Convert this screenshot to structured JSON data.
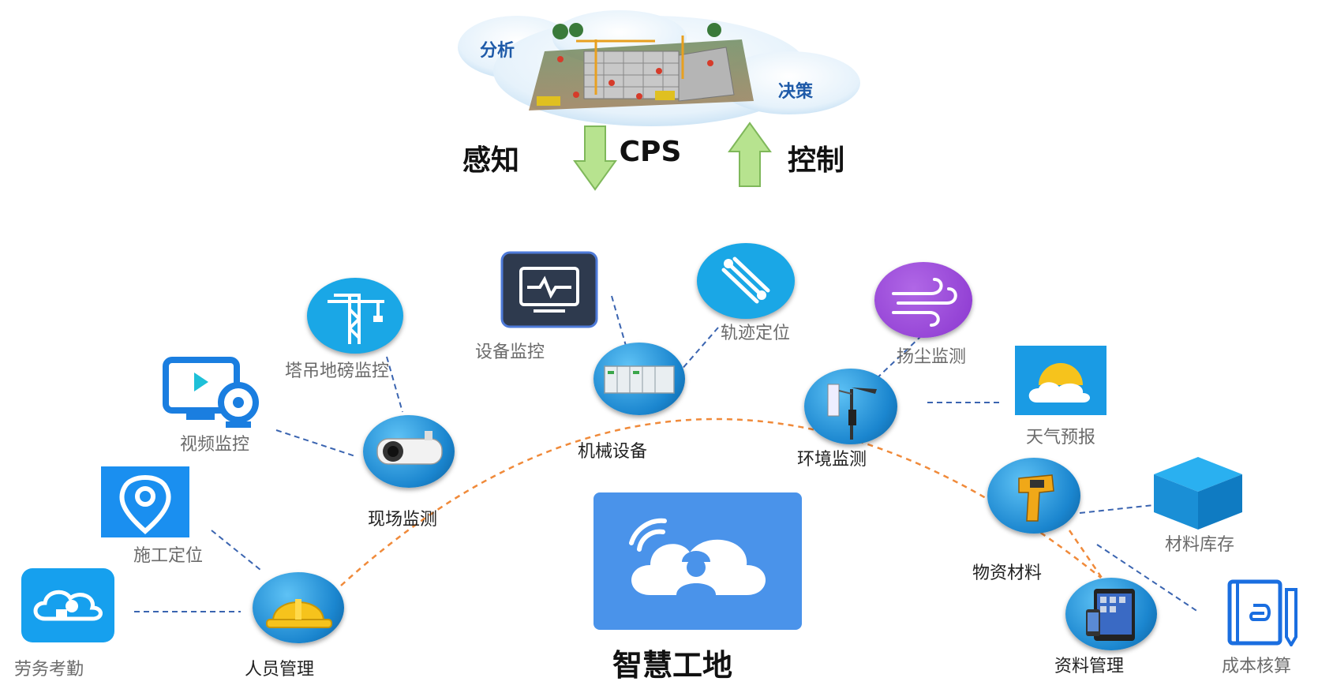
{
  "cps": {
    "cloud_labels": {
      "analysis": "分析",
      "decision": "决策"
    },
    "sense": "感知",
    "center": "CPS",
    "control": "控制"
  },
  "center_title": "智慧工地",
  "nodes": {
    "personnel": "人员管理",
    "site_monitor": "现场监测",
    "machinery": "机械设备",
    "environment": "环境监测",
    "materials": "物资材料",
    "documents": "资料管理"
  },
  "items": {
    "labor_attendance": "劳务考勤",
    "construction_location": "施工定位",
    "video_monitor": "视频监控",
    "tower_crane": "塔吊地磅监控",
    "equipment_monitor": "设备监控",
    "track_location": "轨迹定位",
    "dust_monitor": "扬尘监测",
    "weather": "天气预报",
    "material_stock": "材料库存",
    "cost_accounting": "成本核算"
  },
  "colors": {
    "arc": "#f08a3a",
    "dash": "#3a64b0",
    "arrow": "#b7e38f",
    "brand_blue": "#4a93ea",
    "purple": "#9d4ad6"
  }
}
